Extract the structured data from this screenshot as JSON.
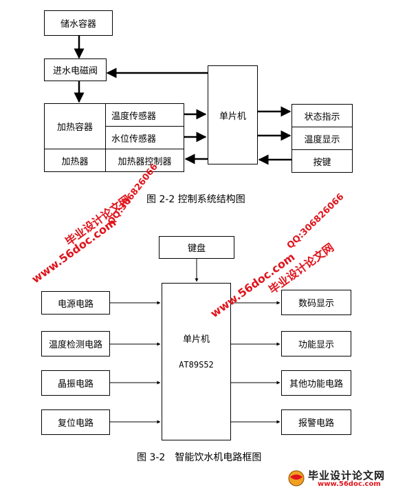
{
  "fig1": {
    "storage": "储水容器",
    "valve": "进水电磁阀",
    "heat_container": "加热容器",
    "temp_sensor": "温度传感器",
    "level_sensor": "水位传感器",
    "heater": "加热器",
    "heater_ctrl": "加热器控制器",
    "mcu": "单片机",
    "status": "状态指示",
    "temp_display": "温度显示",
    "keys": "按键",
    "caption": "图 2-2 控制系统结构图"
  },
  "fig2": {
    "keyboard": "键盘",
    "power": "电源电路",
    "temp_detect": "温度检测电路",
    "crystal": "晶振电路",
    "reset": "复位电路",
    "mcu": "单片机",
    "chip": "AT89S52",
    "digit_display": "数码显示",
    "func_display": "功能显示",
    "other_circuit": "其他功能电路",
    "alarm": "报警电路",
    "caption": "图 3-2　智能饮水机电路框图"
  },
  "watermark": {
    "site_name": "毕业设计论文网",
    "url": "www.56doc.com",
    "qq": "QQ:306826066",
    "logo_name": "毕业设计论文网",
    "logo_url": "www.56doc.com"
  },
  "colors": {
    "watermark": "#e0141c",
    "line": "#000000"
  }
}
